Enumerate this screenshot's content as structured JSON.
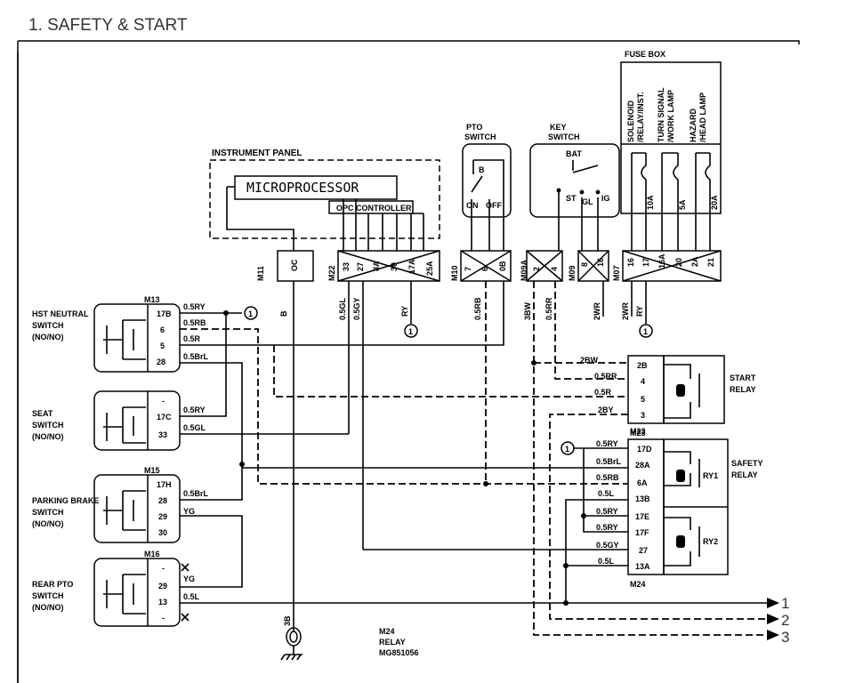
{
  "title": "1. SAFETY & START",
  "instrument_panel": {
    "label": "INSTRUMENT PANEL",
    "microprocessor": "MICROPROCESSOR",
    "opc_controller": "OPC CONTROLLER"
  },
  "pto_switch": {
    "label_1": "PTO",
    "label_2": "SWITCH",
    "on": "ON",
    "off": "OFF",
    "b": "B"
  },
  "key_switch": {
    "label_1": "KEY",
    "label_2": "SWITCH",
    "bat": "BAT",
    "st": "ST",
    "gl": "GL",
    "ig": "IG"
  },
  "fuse_box": {
    "label": "FUSE BOX",
    "circuits": [
      {
        "line1": "SOLENOID",
        "line2": "/RELAY/INST.",
        "rating": "10A"
      },
      {
        "line1": "TURN SIGNAL",
        "line2": "/WORK LAMP",
        "rating": "5A"
      },
      {
        "line1": "HAZARD",
        "line2": "/HEAD LAMP",
        "rating": "20A"
      }
    ]
  },
  "connectors": {
    "m11": {
      "id": "M11",
      "pins": [
        "OC"
      ]
    },
    "m22": {
      "id": "M22",
      "pins": [
        "33",
        "27",
        "8A",
        "30",
        "17A",
        "25A"
      ]
    },
    "m10": {
      "id": "M10",
      "pins": [
        "7",
        "6",
        "0B"
      ]
    },
    "m09a": {
      "id": "M09A",
      "pins": [
        "2",
        "4"
      ]
    },
    "m09": {
      "id": "M09",
      "pins": [
        "8",
        "16"
      ]
    },
    "m07": {
      "id": "M07",
      "pins": [
        "16",
        "17",
        "16A",
        "20",
        "2A",
        "21"
      ]
    }
  },
  "wires_vertical": {
    "b_m11": "B",
    "gl_05": "0.5GL",
    "gy_05": "0.5GY",
    "ry": "RY",
    "rb_05": "0.5RB",
    "bw_3": "3BW",
    "rr_05": "0.5RR",
    "wr_2a": "2WR",
    "wr_2b": "2WR",
    "ry_fuse": "RY"
  },
  "switches": [
    {
      "id": "M13",
      "name_1": "HST NEUTRAL",
      "name_2": "SWITCH",
      "name_3": "(NO/NO)",
      "pins": [
        "17B",
        "6",
        "5",
        "28"
      ],
      "wires": [
        "0.5RY",
        "0.5RB",
        "0.5R",
        "0.5BrL"
      ]
    },
    {
      "id": "",
      "name_1": "SEAT",
      "name_2": "SWITCH",
      "name_3": "(NO/NO)",
      "pins": [
        "-",
        "17C",
        "33"
      ],
      "wires": [
        "",
        "0.5RY",
        "0.5GL"
      ]
    },
    {
      "id": "M15",
      "name_1": "PARKING BRAKE",
      "name_2": "SWITCH",
      "name_3": "(NO/NO)",
      "pins": [
        "17H",
        "28",
        "29",
        "30"
      ],
      "wires": [
        "",
        "0.5BrL",
        "YG",
        ""
      ]
    },
    {
      "id": "M16",
      "name_1": "REAR PTO",
      "name_2": "SWITCH",
      "name_3": "(NO/NO)",
      "pins": [
        "-",
        "29",
        "13",
        "-"
      ],
      "wires": [
        "",
        "YG",
        "0.5L",
        ""
      ]
    }
  ],
  "start_relay": {
    "id": "M23",
    "name_1": "START",
    "name_2": "RELAY",
    "pins": [
      "2B",
      "4",
      "5",
      "3"
    ],
    "wires": [
      "2BW",
      "0.5RR",
      "0.5R",
      "2BY"
    ]
  },
  "safety_relay": {
    "id": "M24",
    "name_1": "SAFETY",
    "name_2": "RELAY",
    "ry1": "RY1",
    "ry2": "RY2",
    "pins": [
      "17D",
      "28A",
      "6A",
      "13B",
      "17E",
      "17F",
      "27",
      "13A"
    ],
    "wires": [
      "0.5RY",
      "0.5BrL",
      "0.5RB",
      "0.5L",
      "0.5RY",
      "0.5RY",
      "0.5GY",
      "0.5L"
    ]
  },
  "ground": {
    "wire": "3B"
  },
  "note": {
    "line1": "M24",
    "line2": "RELAY",
    "line3": "MG851056"
  },
  "ref_marks": {
    "one": "1"
  },
  "outputs": [
    "1",
    "2",
    "3"
  ]
}
